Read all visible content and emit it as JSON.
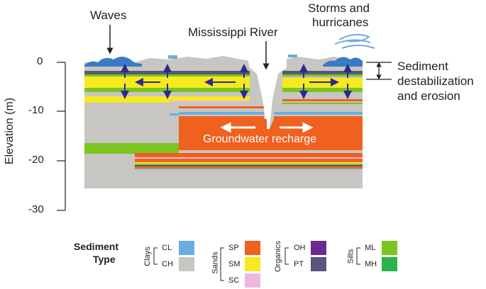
{
  "labels": {
    "waves": "Waves",
    "storms_line1": "Storms and",
    "storms_line2": "hurricanes",
    "river": "Mississippi River",
    "destab_line1": "Sediment",
    "destab_line2": "destabilization",
    "destab_line3": "and erosion",
    "groundwater": "Groundwater recharge"
  },
  "axis": {
    "ylabel": "Elevation (m)",
    "ticks": [
      "0",
      "-10",
      "-20",
      "-30"
    ]
  },
  "legend": {
    "title_line1": "Sediment",
    "title_line2": "Type",
    "groups": [
      {
        "name": "Clays",
        "items": [
          {
            "code": "CL",
            "color": "#6aaedf"
          },
          {
            "code": "CH",
            "color": "#c8c6c2"
          }
        ]
      },
      {
        "name": "Sands",
        "items": [
          {
            "code": "SP",
            "color": "#f0601e"
          },
          {
            "code": "SM",
            "color": "#f6e91f"
          },
          {
            "code": "SC",
            "color": "#efb7e0"
          }
        ]
      },
      {
        "name": "Organics",
        "items": [
          {
            "code": "OH",
            "color": "#6a2a8f"
          },
          {
            "code": "PT",
            "color": "#58567a"
          }
        ]
      },
      {
        "name": "Silts",
        "items": [
          {
            "code": "ML",
            "color": "#7cc41f"
          },
          {
            "code": "MH",
            "color": "#2bb24a"
          }
        ]
      }
    ]
  },
  "colors": {
    "clay_gray": "#c8c6c2",
    "clay_light_blue": "#6aaedf",
    "sand_orange": "#f0601e",
    "sand_yellow": "#f6e91f",
    "organic_gray": "#58567a",
    "silt_green": "#7cc41f",
    "arrow_navy": "#2d2a8a",
    "wave_blue": "#3a7cc4"
  }
}
